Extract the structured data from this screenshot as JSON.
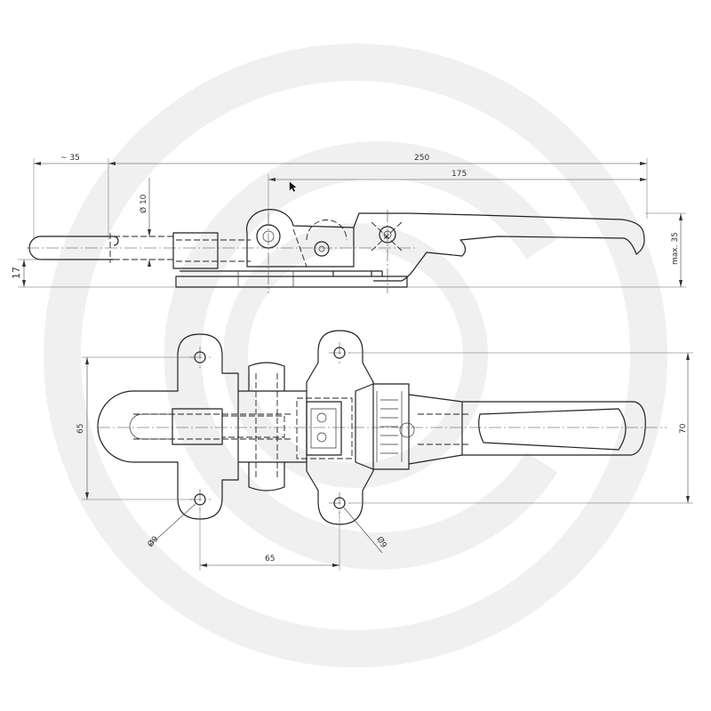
{
  "dimensions": {
    "lever_length_overall": "250",
    "lever_length_pivot": "175",
    "hook_overhang": "~ 35",
    "pin_diameter": "Ø 10",
    "base_height": "17",
    "handle_height_max": "max. 35",
    "plate_width": "65",
    "overall_width": "70",
    "hole_spacing": "65",
    "hole_diameter_left": "Ø9",
    "hole_diameter_right": "Ø9"
  },
  "watermark": {
    "color": "#eeeeee"
  },
  "colors": {
    "line": "#222222",
    "dimension": "#444444"
  }
}
